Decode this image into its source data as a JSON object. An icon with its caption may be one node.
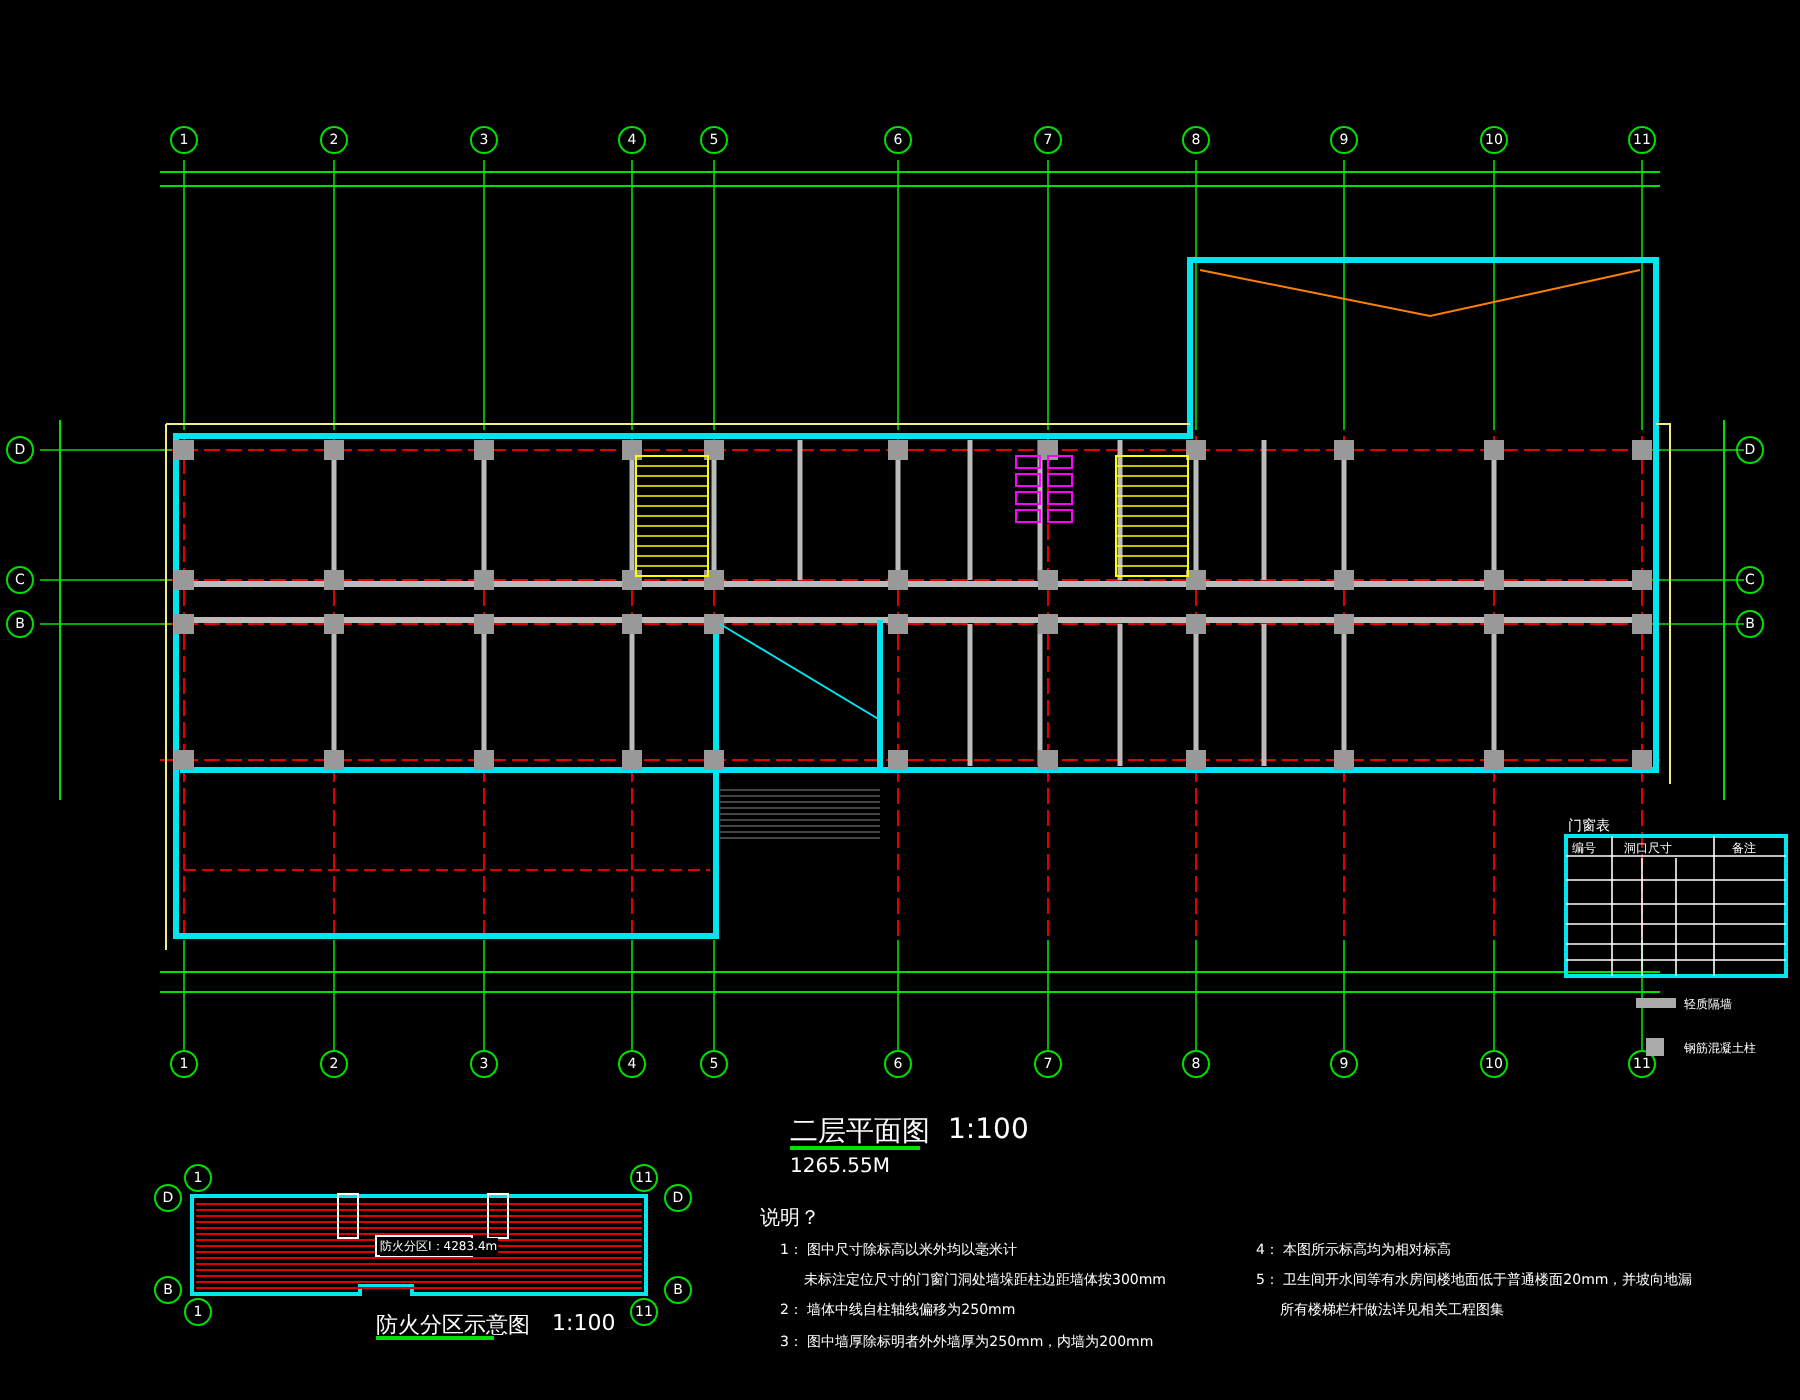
{
  "diagram": {
    "title": "二层平面图",
    "nodes": [
      {
        "text": [
          "1"
        ]
      },
      {
        "text": [
          "2"
        ]
      },
      {
        "text": [
          "3"
        ]
      },
      {
        "text": [
          "4"
        ]
      },
      {
        "text": [
          "5"
        ]
      },
      {
        "text": [
          "6"
        ]
      },
      {
        "text": [
          "7"
        ]
      },
      {
        "text": [
          "8"
        ]
      },
      {
        "text": [
          "9"
        ]
      },
      {
        "text": [
          "10"
        ]
      },
      {
        "text": [
          "11"
        ]
      },
      {
        "text": [
          "D"
        ]
      },
      {
        "text": [
          "C"
        ]
      },
      {
        "text": [
          "B"
        ]
      },
      {
        "text": [
          "D"
        ]
      },
      {
        "text": [
          "C"
        ]
      },
      {
        "text": [
          "B"
        ]
      },
      {
        "text": [
          "1"
        ]
      },
      {
        "text": [
          "2"
        ]
      },
      {
        "text": [
          "3"
        ]
      },
      {
        "text": [
          "4"
        ]
      },
      {
        "text": [
          "5"
        ]
      },
      {
        "text": [
          "6"
        ]
      },
      {
        "text": [
          "7"
        ]
      },
      {
        "text": [
          "8"
        ]
      },
      {
        "text": [
          "9"
        ]
      },
      {
        "text": [
          "10"
        ]
      },
      {
        "text": [
          "11"
        ]
      },
      {
        "text": [
          "1"
        ]
      },
      {
        "text": [
          "11"
        ]
      },
      {
        "text": [
          "D"
        ]
      },
      {
        "text": [
          "D"
        ]
      },
      {
        "text": [
          "B"
        ]
      },
      {
        "text": [
          "B"
        ]
      },
      {
        "text": [
          "1"
        ]
      },
      {
        "text": [
          "11"
        ]
      }
    ],
    "labels": [
      "1:100",
      "1265.55M",
      "说明？",
      "1： 图中尺寸除标高以米外均以毫米计",
      "未标注定位尺寸的门窗门洞处墙垛距柱边距墙体按300mm",
      "2： 墙体中线自柱轴线偏移为250mm",
      "3： 图中墙厚除标明者外外墙厚为250mm，内墙为200mm",
      "4： 本图所示标高均为相对标高",
      "5： 卫生间开水间等有水房间楼地面低于普通楼面20mm，并坡向地漏",
      "所有楼梯栏杆做法详见相关工程图集",
      "防火分区Ⅰ：4283.4m",
      "防火分区示意图",
      "1:100",
      "门窗表",
      "编号",
      "洞口尺寸",
      "备注"
    ],
    "legend": [
      {
        "text": "轻质隔墙"
      },
      {
        "text": "钢筋混凝土柱"
      }
    ]
  }
}
